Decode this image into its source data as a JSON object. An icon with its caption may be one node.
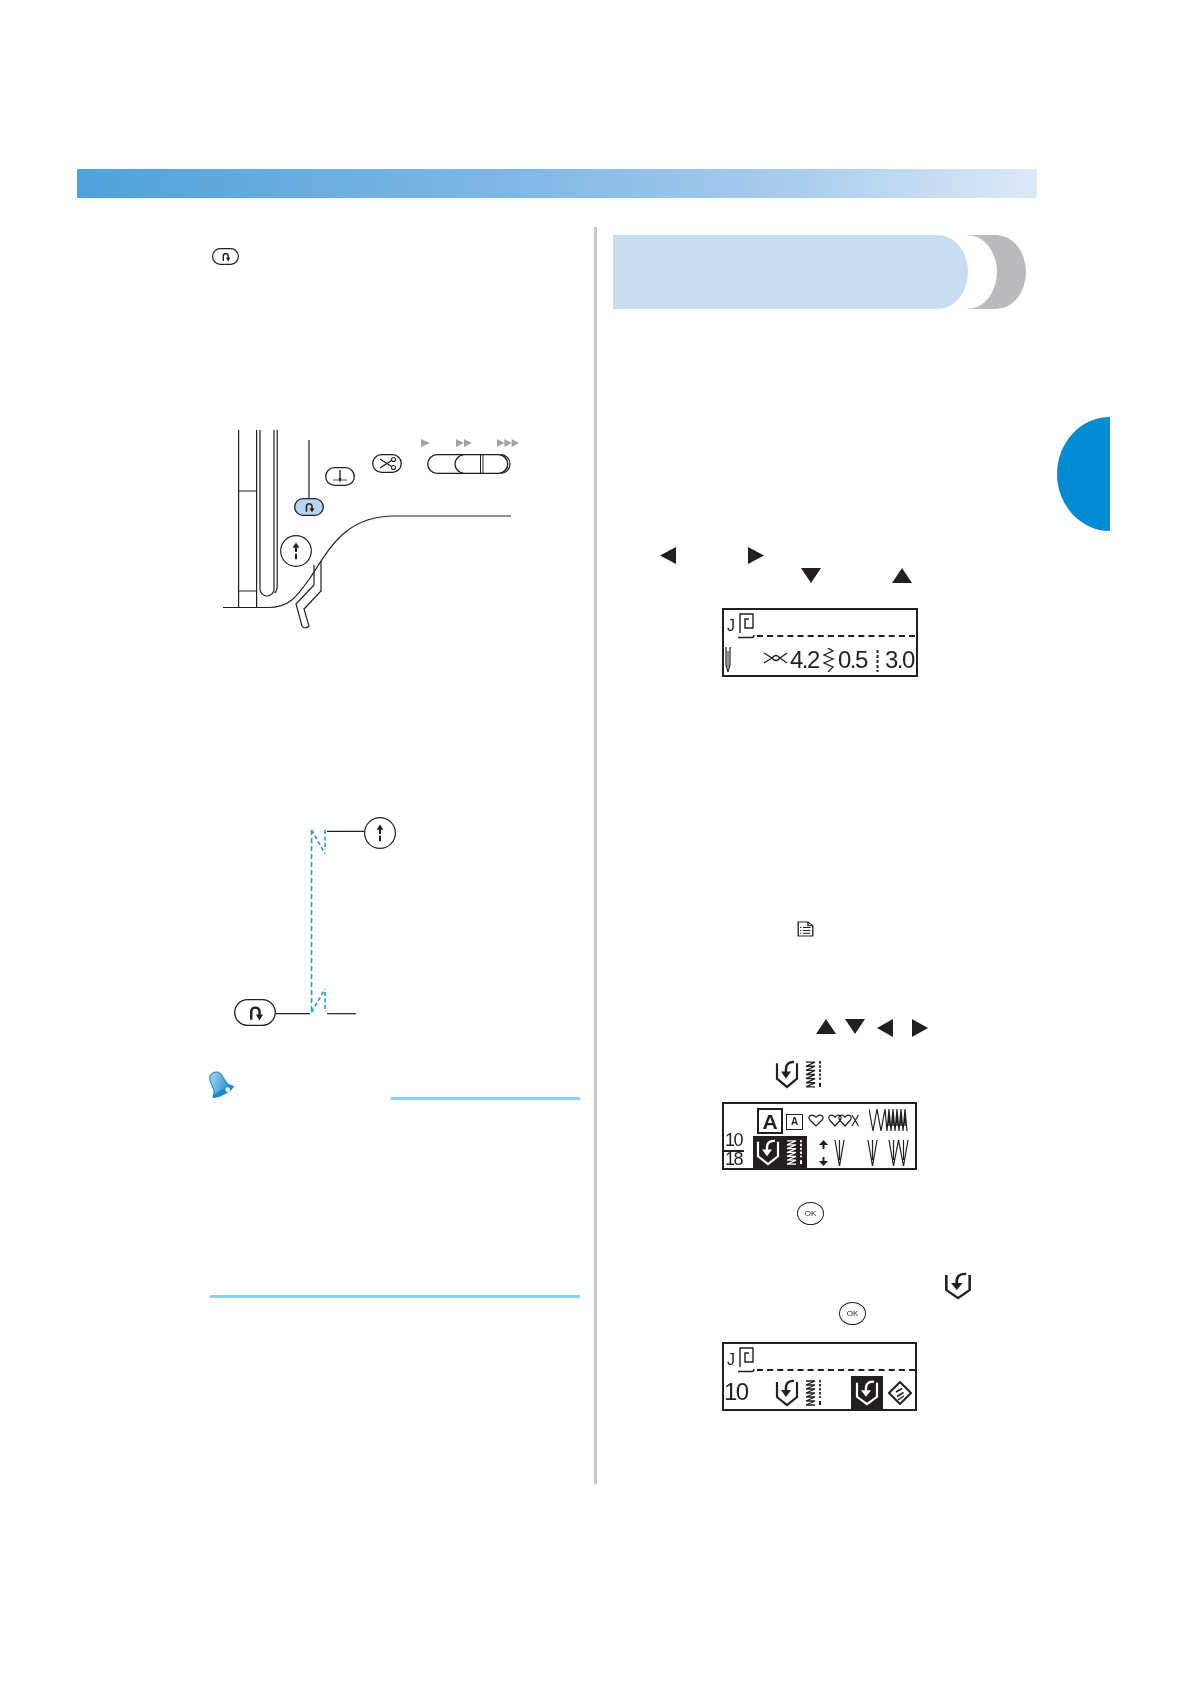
{
  "diagram": {
    "nodes": [
      {
        "text": [],
        "shape": "button"
      },
      {
        "text": [],
        "shape": "circle"
      },
      {
        "text": [],
        "shape": "button"
      },
      {
        "text": [],
        "shape": "picture"
      },
      {
        "text": [],
        "shape": "semicircle"
      }
    ],
    "edges": [
      {
        "from": null,
        "to": 0,
        "arrow": "none"
      },
      {
        "from": 1,
        "to": 3,
        "arrow": "none"
      },
      {
        "from": 2,
        "to": 3,
        "arrow": "none"
      },
      {
        "from": 3,
        "to": null,
        "arrow": "none"
      }
    ],
    "labels": [
      "J",
      "4.2",
      "0.5",
      "3.0",
      "A",
      "A",
      "10",
      "18",
      "OK",
      "OK",
      "J",
      "10"
    ]
  }
}
